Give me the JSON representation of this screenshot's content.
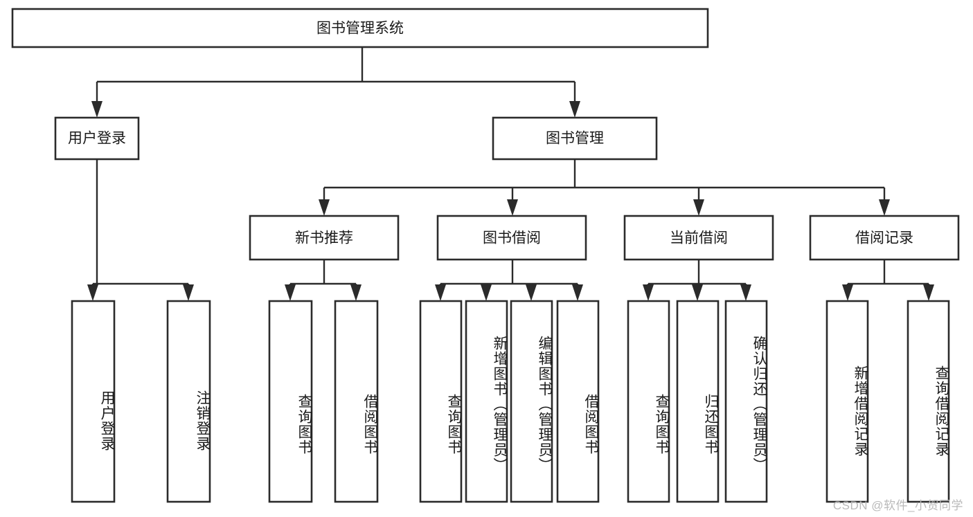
{
  "diagram": {
    "type": "tree",
    "title_node": "图书管理系统",
    "watermark": "CSDN @软件_小贺同学",
    "accent_colors": {
      "stroke": "#2b2b2b",
      "fill": "#ffffff",
      "text": "#1a1a1a",
      "watermark": "#b9b9b9"
    },
    "nodes": {
      "root": {
        "label": "图书管理系统"
      },
      "level2": [
        {
          "id": "user-login",
          "label": "用户登录"
        },
        {
          "id": "book-manage",
          "label": "图书管理"
        }
      ],
      "level3": [
        {
          "id": "new-book-rec",
          "label": "新书推荐"
        },
        {
          "id": "book-borrow",
          "label": "图书借阅"
        },
        {
          "id": "current-borrow",
          "label": "当前借阅"
        },
        {
          "id": "borrow-record",
          "label": "借阅记录"
        }
      ],
      "leaves": [
        {
          "id": "leaf-user-login",
          "label": "用户登录",
          "parent": "user-login"
        },
        {
          "id": "leaf-logout-login",
          "label": "注销登录",
          "parent": "user-login"
        },
        {
          "id": "leaf-query-book-1",
          "label": "查询图书",
          "parent": "new-book-rec"
        },
        {
          "id": "leaf-borrow-book-1",
          "label": "借阅图书",
          "parent": "new-book-rec"
        },
        {
          "id": "leaf-query-book-2",
          "label": "查询图书",
          "parent": "book-borrow"
        },
        {
          "id": "leaf-add-book",
          "label": "新增图书（管理员）",
          "parent": "book-borrow"
        },
        {
          "id": "leaf-edit-book",
          "label": "编辑图书（管理员）",
          "parent": "book-borrow"
        },
        {
          "id": "leaf-borrow-book-2",
          "label": "借阅图书",
          "parent": "book-borrow"
        },
        {
          "id": "leaf-query-book-3",
          "label": "查询图书",
          "parent": "current-borrow"
        },
        {
          "id": "leaf-return-book",
          "label": "归还图书",
          "parent": "current-borrow"
        },
        {
          "id": "leaf-confirm-return",
          "label": "确认归还（管理员）",
          "parent": "current-borrow"
        },
        {
          "id": "leaf-add-record",
          "label": "新增借阅记录",
          "parent": "borrow-record"
        },
        {
          "id": "leaf-query-record",
          "label": "查询借阅记录",
          "parent": "borrow-record"
        }
      ]
    }
  }
}
